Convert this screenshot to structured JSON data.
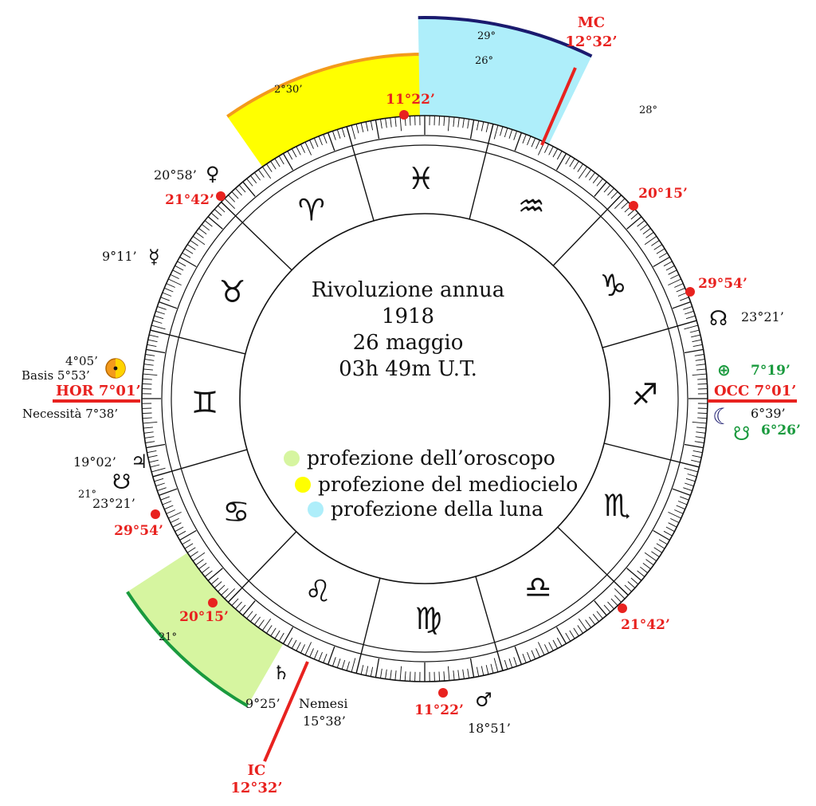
{
  "title_lines": [
    "Rivoluzione annua",
    "1918",
    "26 maggio",
    "03h 49m U.T."
  ],
  "colors": {
    "red": "#e8221f",
    "green_text": "#1a9a3e",
    "light_green": "#d6f5a0",
    "yellow": "#ffff00",
    "light_blue": "#aeeefa",
    "orange": "#f39a1c",
    "dark_blue": "#1a1a6e",
    "dark_green": "#1a9a3e"
  },
  "legend": [
    {
      "label": "profezione dell’oroscopo",
      "color": "#d6f5a0"
    },
    {
      "label": "profezione del mediocielo",
      "color": "#ffff00"
    },
    {
      "label": "profezione della luna",
      "color": "#aeeefa"
    }
  ],
  "signs": [
    {
      "name": "Pisces",
      "glyph": "♓"
    },
    {
      "name": "Aquarius",
      "glyph": "♒"
    },
    {
      "name": "Capricorn",
      "glyph": "♑"
    },
    {
      "name": "Sagittarius",
      "glyph": "♐"
    },
    {
      "name": "Scorpio",
      "glyph": "♏"
    },
    {
      "name": "Libra",
      "glyph": "♎"
    },
    {
      "name": "Virgo",
      "glyph": "♍"
    },
    {
      "name": "Leo",
      "glyph": "♌"
    },
    {
      "name": "Cancer",
      "glyph": "♋"
    },
    {
      "name": "Gemini",
      "glyph": "♊"
    },
    {
      "name": "Taurus",
      "glyph": "♉"
    },
    {
      "name": "Aries",
      "glyph": "♈"
    }
  ],
  "axes": {
    "mc": {
      "name": "MC",
      "value": "12°32’"
    },
    "ic": {
      "name": "IC",
      "value": "12°32’"
    },
    "hor": "HOR 7°01’",
    "occ": "OCC 7°01’"
  },
  "cusps": {
    "top": "11°22’",
    "upper_left": "21°42’",
    "upper_right": "20°15’",
    "right_upper": "29°54’",
    "lower_left_upper": "29°54’",
    "lower_left": "20°15’",
    "lower_right": "21°42’",
    "bottom": "11°22’"
  },
  "planets": {
    "venus": {
      "glyph": "♀",
      "value": "20°58’"
    },
    "mercury": {
      "glyph": "☿",
      "value": "9°11’"
    },
    "sun": {
      "value": "4°05’"
    },
    "basis": "Basis 5°53’",
    "necessita": "Necessità 7°38’",
    "jupiter": {
      "glyph": "♃",
      "value": "19°02’"
    },
    "south_node": {
      "glyph": "☋",
      "value": "23°21’"
    },
    "north_node": {
      "glyph": "☊",
      "value": "23°21’"
    },
    "earth": {
      "glyph": "⊕",
      "value": "7°19’"
    },
    "moon": {
      "glyph": "☾",
      "value": "6°39’"
    },
    "moon_node": {
      "glyph": "☋",
      "value": "6°26’"
    },
    "saturn": {
      "glyph": "♄",
      "value": "9°25’"
    },
    "nemesi": {
      "name": "Nemesi",
      "value": "15°38’"
    },
    "mars": {
      "glyph": "♂",
      "value": "18°51’"
    }
  },
  "arc_labels": {
    "green_top": "21°",
    "green_bottom": "21°",
    "yellow_left": "2°30’",
    "yellow_right": "26°",
    "blue_top": "29°",
    "blue_right": "28°"
  }
}
